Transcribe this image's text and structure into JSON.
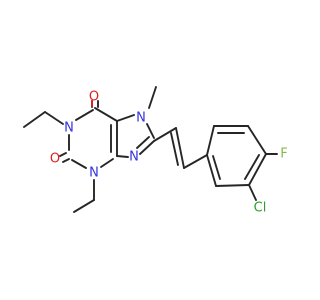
{
  "molecule": {
    "atoms": {
      "n1": "N",
      "n3": "N",
      "n7": "N",
      "n9": "N",
      "o2": "O",
      "o6": "O",
      "f": "F",
      "cl": "Cl"
    },
    "colors": {
      "carbon_bond": "#262626",
      "nitrogen": "#3333e0",
      "oxygen": "#e02020",
      "fluorine": "#88b84a",
      "chlorine": "#2ca02c"
    }
  }
}
